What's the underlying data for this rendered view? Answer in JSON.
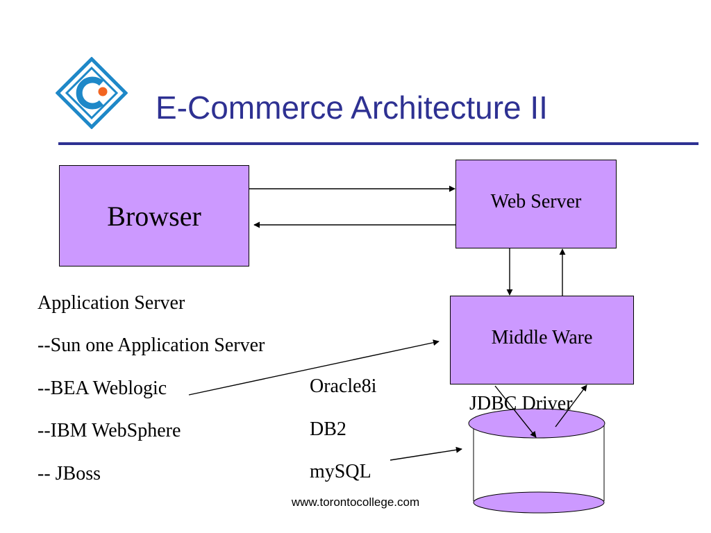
{
  "slide": {
    "title": "E-Commerce Architecture II",
    "footer": "www.torontocollege.com",
    "colors": {
      "title": "#2e3192",
      "box_fill": "#cc99ff",
      "logo": "#1e88c8",
      "logo_dot": "#f26522"
    }
  },
  "logo": {
    "icon": "diamond-c-logo"
  },
  "diagram": {
    "boxes": {
      "browser": "Browser",
      "web_server": "Web Server",
      "middleware": "Middle Ware"
    },
    "jdbc_label": "JDBC Driver",
    "app_servers": {
      "heading": "Application Server",
      "items": [
        "--Sun one Application Server",
        "--BEA Weblogic",
        "--IBM WebSphere",
        "-- JBoss"
      ]
    },
    "databases": [
      "Oracle8i",
      "DB2",
      "mySQL"
    ]
  }
}
